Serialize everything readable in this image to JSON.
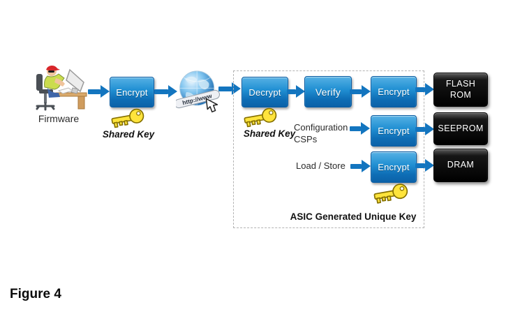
{
  "figure": {
    "caption": "Figure 4"
  },
  "diagram": {
    "source": {
      "label": "Firmware"
    },
    "stage_encrypt": "Encrypt",
    "shared_key_label": "Shared Key",
    "internet": {
      "banner": "http://www"
    },
    "asic": {
      "decrypt": "Decrypt",
      "verify": "Verify",
      "shared_key_label": "Shared Key",
      "key_label": "ASIC Generated Unique Key",
      "rows": [
        {
          "input_line1": "",
          "input_line2": "",
          "process": "Encrypt",
          "dest_line1": "FLASH",
          "dest_line2": "ROM"
        },
        {
          "input_line1": "Configuration",
          "input_line2": "CSPs",
          "process": "Encrypt",
          "dest_line1": "SEEPROM",
          "dest_line2": ""
        },
        {
          "input_line1": "Load / Store",
          "input_line2": "",
          "process": "Encrypt",
          "dest_line1": "DRAM",
          "dest_line2": ""
        }
      ]
    }
  },
  "colors": {
    "arrow_blue": "#1375BF",
    "button_blue": "#1b86cd",
    "key_yellow": "#FFE43C",
    "chip_black": "#000000"
  }
}
